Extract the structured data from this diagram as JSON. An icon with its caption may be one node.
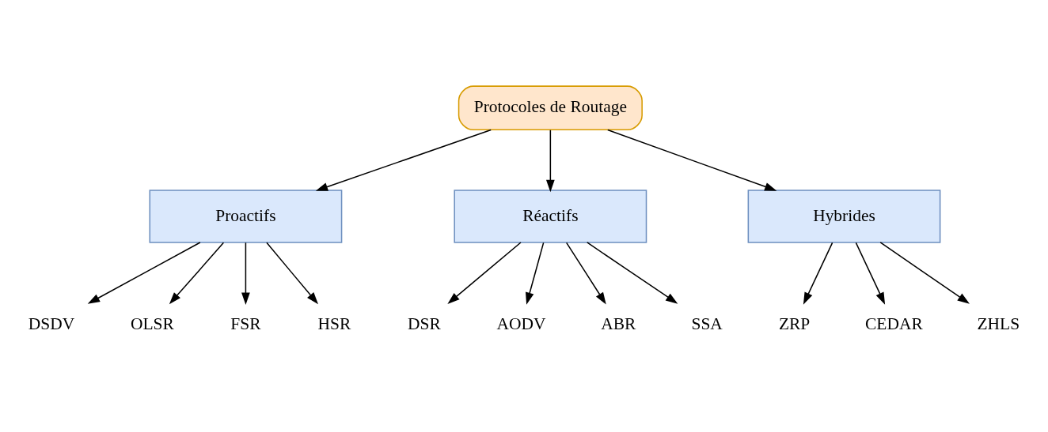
{
  "diagram": {
    "nodes": [
      {
        "text": [
          "Protocoles de Routage"
        ]
      },
      {
        "text": [
          "Proactifs"
        ]
      },
      {
        "text": [
          "Réactifs"
        ]
      },
      {
        "text": [
          "Hybrides"
        ]
      },
      {
        "text": [
          "DSDV"
        ]
      },
      {
        "text": [
          "OLSR"
        ]
      },
      {
        "text": [
          "FSR"
        ]
      },
      {
        "text": [
          "HSR"
        ]
      },
      {
        "text": [
          "DSR"
        ]
      },
      {
        "text": [
          "AODV"
        ]
      },
      {
        "text": [
          "ABR"
        ]
      },
      {
        "text": [
          "SSA"
        ]
      },
      {
        "text": [
          "ZRP"
        ]
      },
      {
        "text": [
          "CEDAR"
        ]
      },
      {
        "text": [
          "ZHLS"
        ]
      }
    ],
    "edges": [
      {
        "from": 0,
        "to": 1,
        "arrow": "to"
      },
      {
        "from": 0,
        "to": 2,
        "arrow": "to"
      },
      {
        "from": 0,
        "to": 3,
        "arrow": "to"
      },
      {
        "from": 1,
        "to": 4,
        "arrow": "to"
      },
      {
        "from": 1,
        "to": 5,
        "arrow": "to"
      },
      {
        "from": 1,
        "to": 6,
        "arrow": "to"
      },
      {
        "from": 1,
        "to": 7,
        "arrow": "to"
      },
      {
        "from": 2,
        "to": 8,
        "arrow": "to"
      },
      {
        "from": 2,
        "to": 9,
        "arrow": "to"
      },
      {
        "from": 2,
        "to": 10,
        "arrow": "to"
      },
      {
        "from": 2,
        "to": 11,
        "arrow": "to"
      },
      {
        "from": 3,
        "to": 12,
        "arrow": "to"
      },
      {
        "from": 3,
        "to": 13,
        "arrow": "to"
      },
      {
        "from": 3,
        "to": 14,
        "arrow": "to"
      }
    ]
  }
}
